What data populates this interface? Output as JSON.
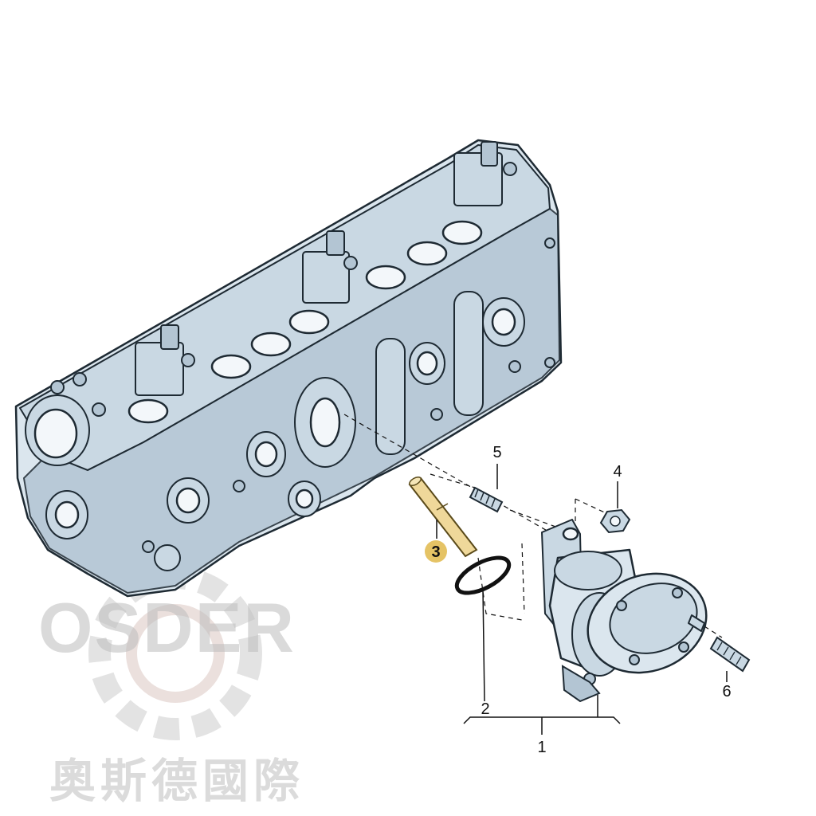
{
  "callouts": {
    "c1": "1",
    "c2": "2",
    "c3": "3",
    "c4": "4",
    "c5": "5",
    "c6": "6"
  },
  "highlight_color": "#e0b84a",
  "watermark": {
    "brand": "OSDER",
    "chinese": "奧斯德國際"
  }
}
